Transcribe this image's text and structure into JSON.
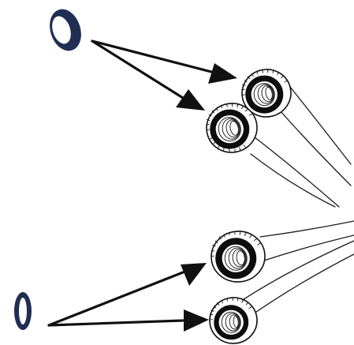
{
  "diagram": {
    "colors": {
      "background": "#ffffff",
      "ink": "#111111",
      "washer_blue": "#1f2e52"
    },
    "components": [
      {
        "name": "hose-fitting",
        "count": 4
      },
      {
        "name": "rubber-washer",
        "count": 2
      }
    ],
    "arrows": [
      {
        "from": "washer-top",
        "to": "fitting-top-back"
      },
      {
        "from": "washer-top",
        "to": "fitting-top-front"
      },
      {
        "from": "washer-bottom",
        "to": "fitting-bottom-back"
      },
      {
        "from": "washer-bottom",
        "to": "fitting-bottom-front"
      }
    ]
  }
}
